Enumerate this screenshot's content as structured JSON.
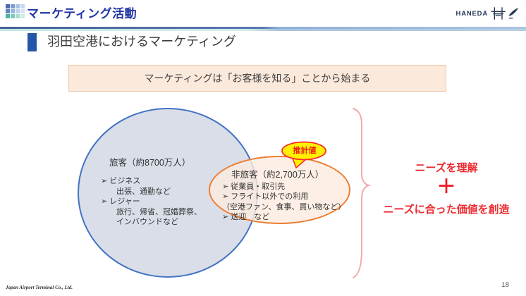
{
  "header": {
    "title": "マーケティング活動",
    "logo_text": "HANEDA"
  },
  "subtitle": "羽田空港におけるマーケティング",
  "banner": "マーケティングは「お客様を知る」ことから始まる",
  "venn": {
    "passenger": {
      "title": "旅客（約8700万人）",
      "body": "➢ ビジネス\n　　出張、通勤など\n➢ レジャー\n　　旅行、帰省、冠婚葬祭、\n　　インバウンドなど"
    },
    "estimate_badge": "推計値",
    "non_passenger": {
      "title": "非旅客（約2,700万人）",
      "body": "➢ 従業員・取引先\n➢ フライト以外での利用\n（空港ファン、食事、買い物など）\n➢ 送迎　など"
    }
  },
  "conclusion": {
    "line1": "ニーズを理解",
    "plus": "＋",
    "line2": "ニーズに合った価値を創造"
  },
  "footer": {
    "company": "Japan Airport Terminal Co., Ltd.",
    "page_number": "18"
  },
  "icons": {
    "header_icon": "grid-icon",
    "logo_icon": "runway-tower-and-airplane-icon",
    "badge_shape": "speech-bubble"
  },
  "colors": {
    "title_blue": "#2136A3",
    "accent_bar_blue": "#2456A8",
    "circle_border": "#4472C4",
    "circle_fill": "#D9DEE8",
    "ellipse_border": "#ED7D31",
    "banner_fill": "#FBE9DC",
    "banner_border": "#EEC3A4",
    "badge_fill": "#FFF100",
    "badge_border": "#FF2A2A",
    "red_accent": "#EE2B31",
    "brace_pink": "#F4A9AD"
  }
}
